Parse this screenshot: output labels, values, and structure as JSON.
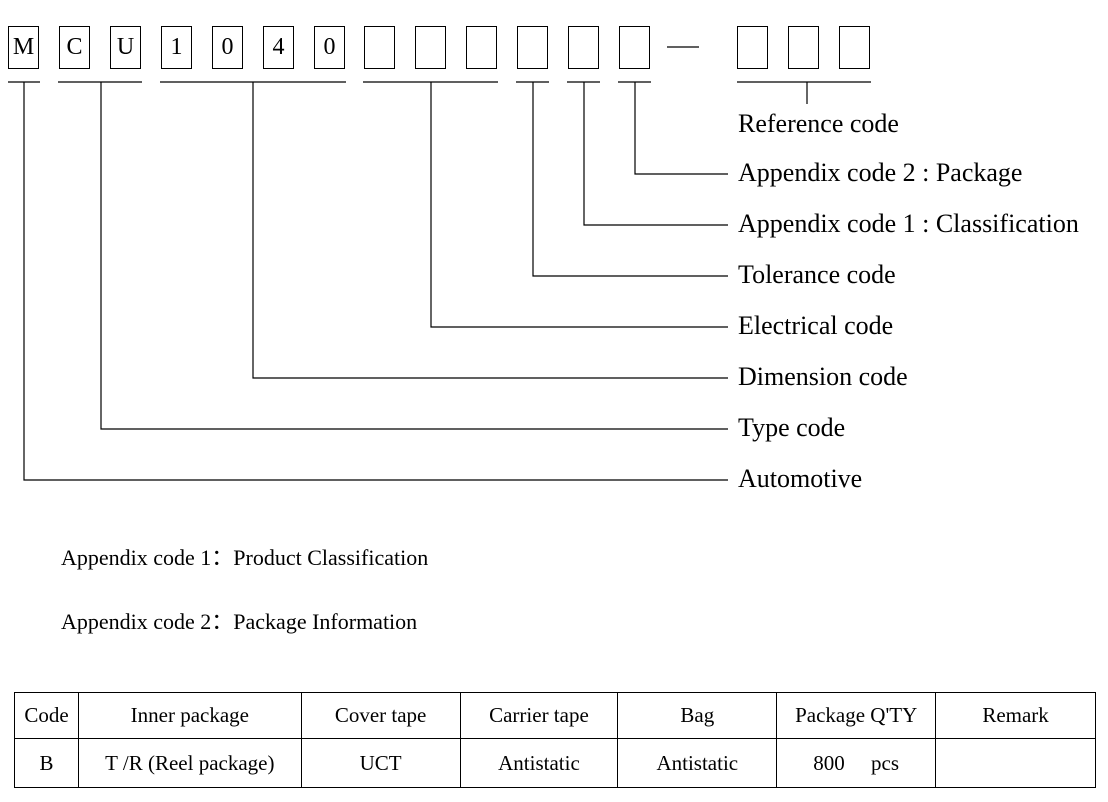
{
  "part_number": {
    "boxes": [
      "M",
      "C",
      "U",
      "1",
      "0",
      "4",
      "0",
      "",
      "",
      "",
      "",
      "",
      "",
      "",
      ""
    ],
    "separator": "—"
  },
  "labels": {
    "reference": "Reference code",
    "appendix2": "Appendix code 2 : Package",
    "appendix1": "Appendix code 1 : Classification",
    "tolerance": "Tolerance code",
    "electrical": "Electrical code",
    "dimension": "Dimension code",
    "type": "Type code",
    "automotive": "Automotive"
  },
  "notes": {
    "appendix1": "Appendix code 1：Product Classification",
    "appendix2": "Appendix code 2：Package Information"
  },
  "table": {
    "headers": [
      "Code",
      "Inner package",
      "Cover tape",
      "Carrier tape",
      "Bag",
      "Package Q'TY",
      "Remark"
    ],
    "row": [
      "B",
      "T /R (Reel package)",
      "UCT",
      "Antistatic",
      "Antistatic",
      "800     pcs",
      ""
    ]
  }
}
